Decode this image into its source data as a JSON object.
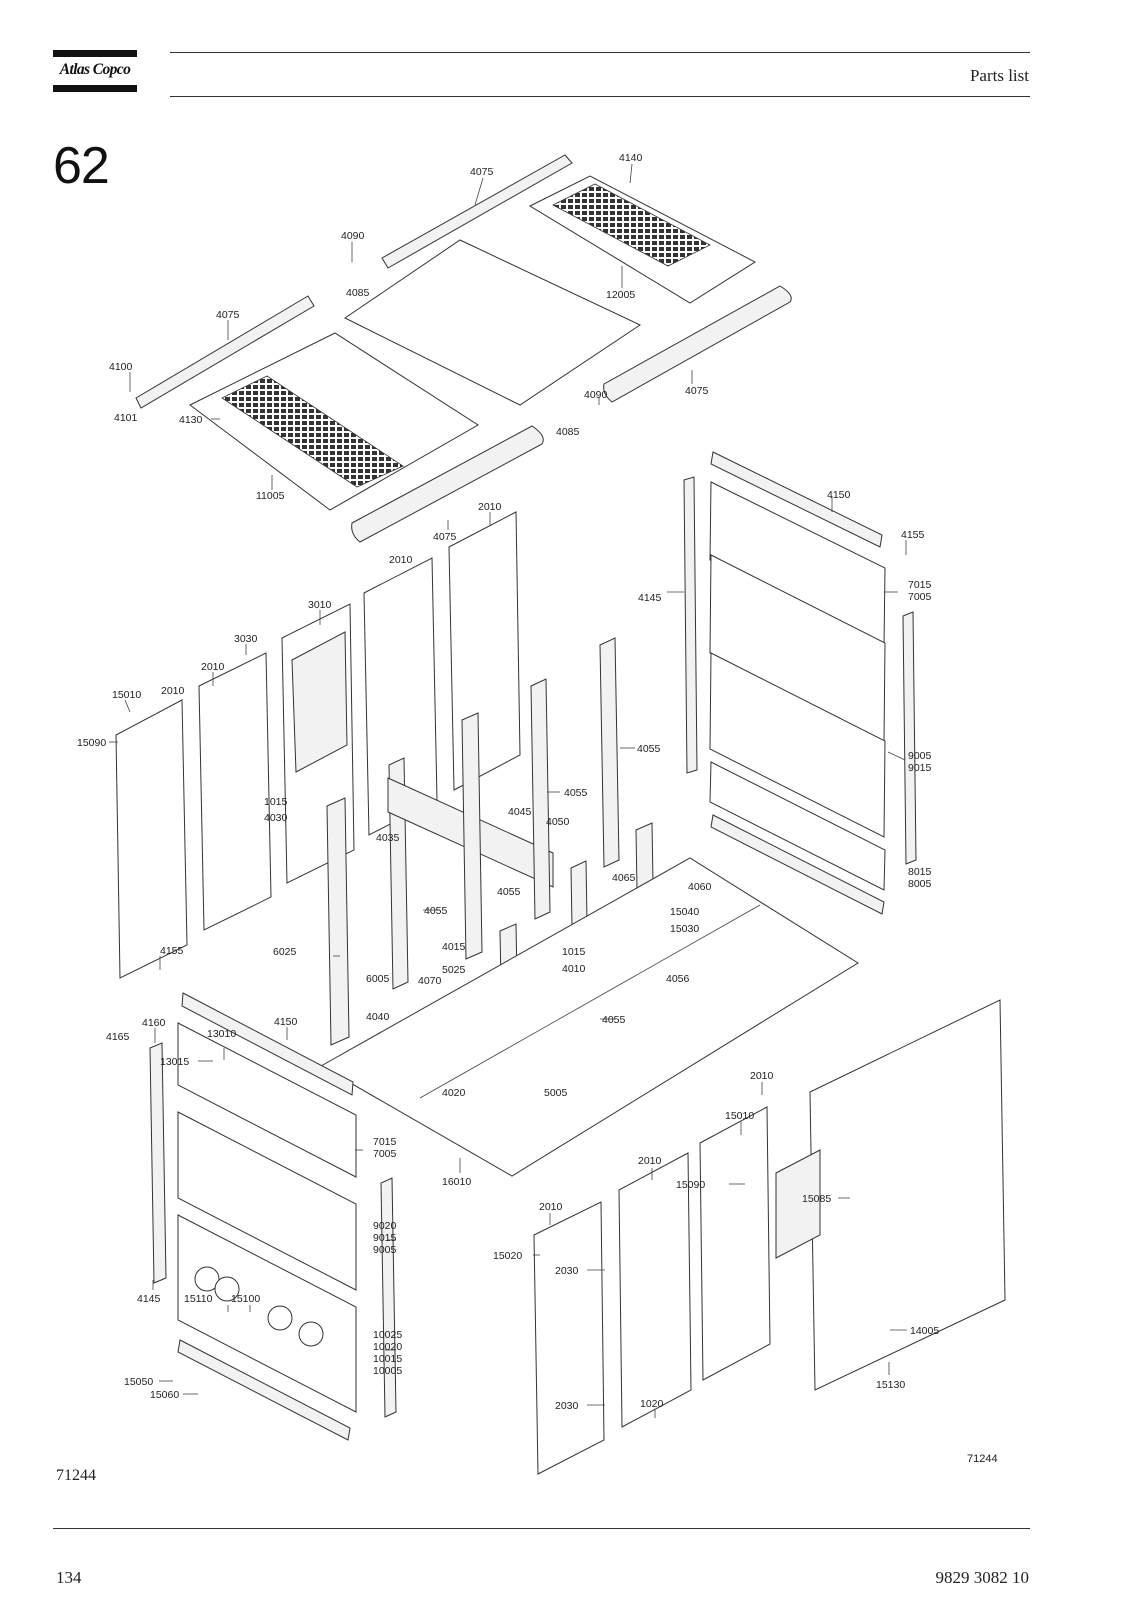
{
  "header": {
    "brand": "Atlas Copco",
    "doc_type": "Parts list"
  },
  "section_number": "62",
  "figure_id": "71244",
  "figure_id_small": "71244",
  "footer": {
    "page_number": "134",
    "document_number": "9829 3082 10"
  },
  "callouts": [
    "4075",
    "4140",
    "4090",
    "4085",
    "12005",
    "4075",
    "4100",
    "4101",
    "4130",
    "4090",
    "4085",
    "4075",
    "11005",
    "2010",
    "2010",
    "4075",
    "4150",
    "4155",
    "7015",
    "7005",
    "4145",
    "3010",
    "3030",
    "2010",
    "15010",
    "2010",
    "15090",
    "4055",
    "4055",
    "9005",
    "9015",
    "1015",
    "4030",
    "4035",
    "4045",
    "4050",
    "4065",
    "4060",
    "8015",
    "8005",
    "4055",
    "4055",
    "15040",
    "15030",
    "4015",
    "1015",
    "4010",
    "6025",
    "5025",
    "6005",
    "4070",
    "4056",
    "4155",
    "4040",
    "4055",
    "4160",
    "4150",
    "4165",
    "13010",
    "13015",
    "4020",
    "5005",
    "2010",
    "15010",
    "7015",
    "7005",
    "16010",
    "2010",
    "15090",
    "15085",
    "2010",
    "9020",
    "9015",
    "9005",
    "15020",
    "2030",
    "4145",
    "15110",
    "15100",
    "10025",
    "10020",
    "10015",
    "10005",
    "14005",
    "15050",
    "15060",
    "2030",
    "1020",
    "15130"
  ]
}
